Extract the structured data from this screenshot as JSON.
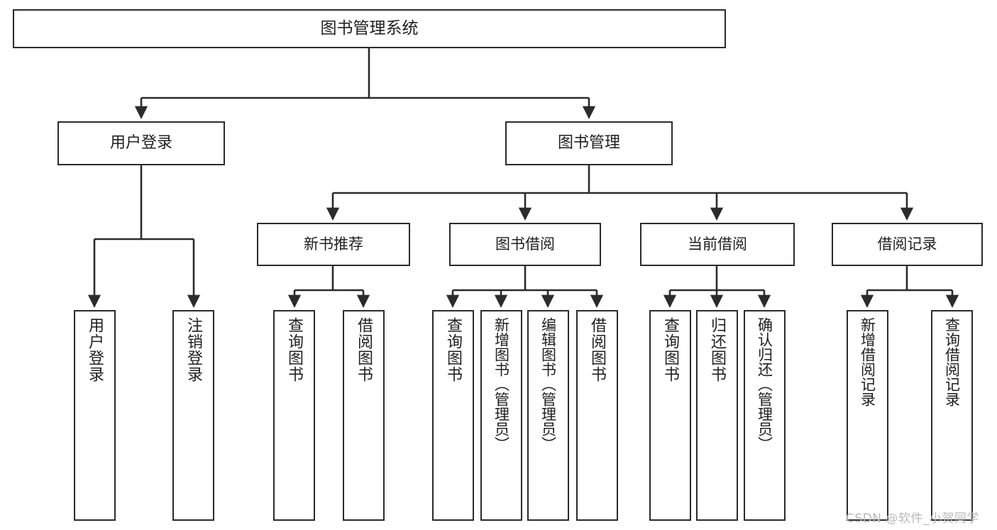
{
  "diagram": {
    "type": "tree",
    "title": "图书管理系统",
    "root": {
      "label": "图书管理系统"
    },
    "level2": [
      {
        "label": "用户登录"
      },
      {
        "label": "图书管理"
      }
    ],
    "level3": [
      {
        "label": "新书推荐"
      },
      {
        "label": "图书借阅"
      },
      {
        "label": "当前借阅"
      },
      {
        "label": "借阅记录"
      }
    ],
    "leaves": {
      "user_login": [
        {
          "label": "用户登录"
        },
        {
          "label": "注销登录"
        }
      ],
      "new_book_recommend": [
        {
          "label": "查询图书"
        },
        {
          "label": "借阅图书"
        }
      ],
      "book_borrow": [
        {
          "label": "查询图书"
        },
        {
          "label": "新增图书（管理员）"
        },
        {
          "label": "编辑图书（管理员）"
        },
        {
          "label": "借阅图书"
        }
      ],
      "current_borrow": [
        {
          "label": "查询图书"
        },
        {
          "label": "归还图书"
        },
        {
          "label": "确认归还（管理员）"
        }
      ],
      "borrow_record": [
        {
          "label": "新增借阅记录"
        },
        {
          "label": "查询借阅记录"
        }
      ]
    }
  },
  "watermark": {
    "text": "CSDN @软件_小贺同学"
  },
  "colors": {
    "stroke": "#2b2b2b",
    "text": "#1f1f1f",
    "background": "#ffffff",
    "watermark": "#b9b9b9"
  }
}
